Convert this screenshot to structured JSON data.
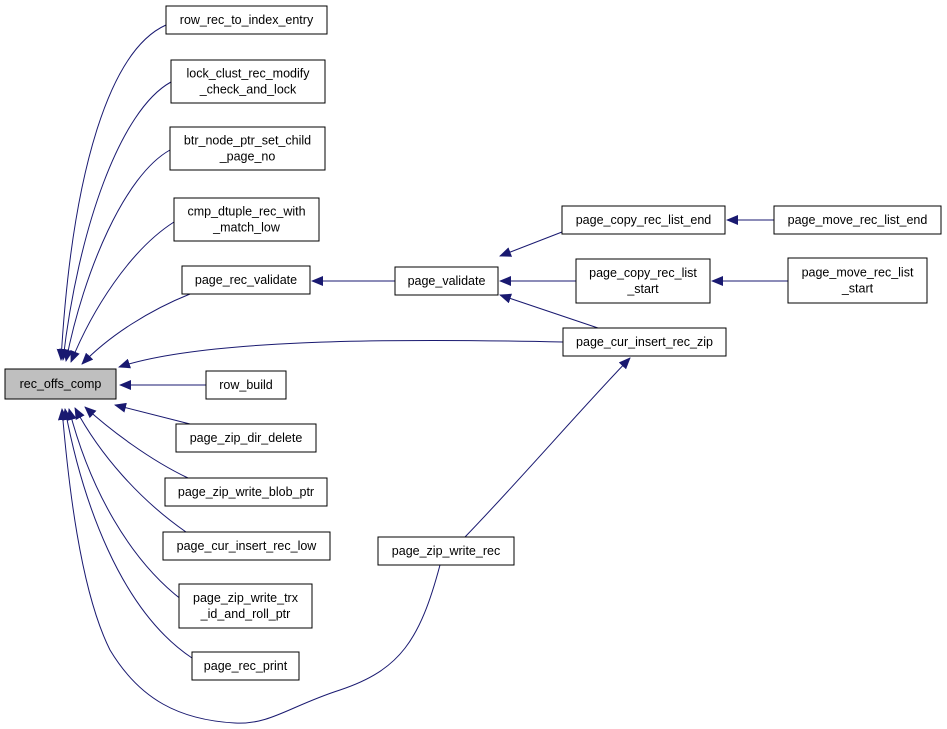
{
  "colors": {
    "edge": "#191970",
    "focus_fill": "#bfbfbf",
    "node_fill": "#ffffff",
    "border": "#000000"
  },
  "nodes": {
    "rec_offs_comp": {
      "lines": [
        "rec_offs_comp"
      ],
      "focus": true
    },
    "row_rec_to_index_entry": {
      "lines": [
        "row_rec_to_index_entry"
      ]
    },
    "lock_clust_rec_modify_check_and_lock": {
      "lines": [
        "lock_clust_rec_modify",
        "_check_and_lock"
      ]
    },
    "btr_node_ptr_set_child_page_no": {
      "lines": [
        "btr_node_ptr_set_child",
        "_page_no"
      ]
    },
    "cmp_dtuple_rec_with_match_low": {
      "lines": [
        "cmp_dtuple_rec_with",
        "_match_low"
      ]
    },
    "page_rec_validate": {
      "lines": [
        "page_rec_validate"
      ]
    },
    "row_build": {
      "lines": [
        "row_build"
      ]
    },
    "page_zip_dir_delete": {
      "lines": [
        "page_zip_dir_delete"
      ]
    },
    "page_zip_write_blob_ptr": {
      "lines": [
        "page_zip_write_blob_ptr"
      ]
    },
    "page_cur_insert_rec_low": {
      "lines": [
        "page_cur_insert_rec_low"
      ]
    },
    "page_zip_write_trx_id_and_roll_ptr": {
      "lines": [
        "page_zip_write_trx",
        "_id_and_roll_ptr"
      ]
    },
    "page_rec_print": {
      "lines": [
        "page_rec_print"
      ]
    },
    "page_validate": {
      "lines": [
        "page_validate"
      ]
    },
    "page_zip_write_rec": {
      "lines": [
        "page_zip_write_rec"
      ]
    },
    "page_copy_rec_list_end": {
      "lines": [
        "page_copy_rec_list_end"
      ]
    },
    "page_copy_rec_list_start": {
      "lines": [
        "page_copy_rec_list",
        "_start"
      ]
    },
    "page_cur_insert_rec_zip": {
      "lines": [
        "page_cur_insert_rec_zip"
      ]
    },
    "page_move_rec_list_end": {
      "lines": [
        "page_move_rec_list_end"
      ]
    },
    "page_move_rec_list_start": {
      "lines": [
        "page_move_rec_list",
        "_start"
      ]
    }
  },
  "edges": [
    {
      "from": "row_rec_to_index_entry",
      "to": "rec_offs_comp"
    },
    {
      "from": "lock_clust_rec_modify_check_and_lock",
      "to": "rec_offs_comp"
    },
    {
      "from": "btr_node_ptr_set_child_page_no",
      "to": "rec_offs_comp"
    },
    {
      "from": "cmp_dtuple_rec_with_match_low",
      "to": "rec_offs_comp"
    },
    {
      "from": "page_rec_validate",
      "to": "rec_offs_comp"
    },
    {
      "from": "page_cur_insert_rec_zip",
      "to": "rec_offs_comp"
    },
    {
      "from": "row_build",
      "to": "rec_offs_comp"
    },
    {
      "from": "page_zip_dir_delete",
      "to": "rec_offs_comp"
    },
    {
      "from": "page_zip_write_blob_ptr",
      "to": "rec_offs_comp"
    },
    {
      "from": "page_cur_insert_rec_low",
      "to": "rec_offs_comp"
    },
    {
      "from": "page_zip_write_trx_id_and_roll_ptr",
      "to": "rec_offs_comp"
    },
    {
      "from": "page_rec_print",
      "to": "rec_offs_comp"
    },
    {
      "from": "page_zip_write_rec",
      "to": "rec_offs_comp"
    },
    {
      "from": "page_validate",
      "to": "page_rec_validate"
    },
    {
      "from": "page_copy_rec_list_end",
      "to": "page_validate"
    },
    {
      "from": "page_copy_rec_list_start",
      "to": "page_validate"
    },
    {
      "from": "page_cur_insert_rec_zip",
      "to": "page_validate"
    },
    {
      "from": "page_zip_write_rec",
      "to": "page_cur_insert_rec_zip"
    },
    {
      "from": "page_move_rec_list_end",
      "to": "page_copy_rec_list_end"
    },
    {
      "from": "page_move_rec_list_start",
      "to": "page_copy_rec_list_start"
    }
  ]
}
